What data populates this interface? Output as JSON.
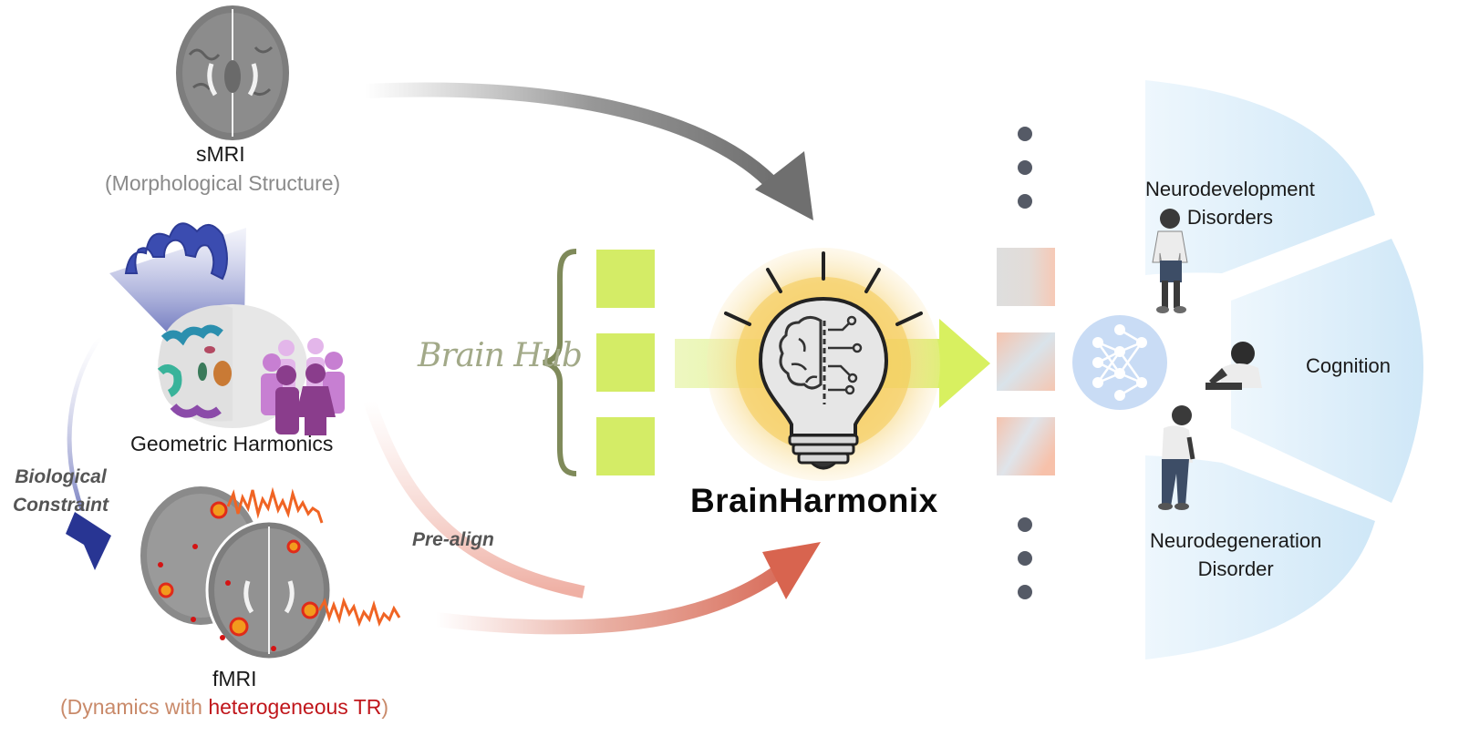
{
  "modalities": {
    "smri": {
      "title": "sMRI",
      "subtitle": "(Morphological Structure)"
    },
    "geometric": {
      "label": "Geometric Harmonics"
    },
    "constraint": {
      "line1": "Biological",
      "line2": "Constraint"
    },
    "fmri": {
      "title": "fMRI",
      "subtitle_open": "(Dynamics with ",
      "subtitle_highlight": "heterogeneous TR",
      "subtitle_close": ")"
    }
  },
  "hub": {
    "label": "Brain Hub",
    "prealign": "Pre-align"
  },
  "model": {
    "name": "BrainHarmonix"
  },
  "tasks": {
    "task1_line1": "Neurodevelopment",
    "task1_line2": "Disorders",
    "task2": "Cognition",
    "task3_line1": "Neurodegeneration",
    "task3_line2": "Disorder"
  },
  "colors": {
    "hub_token": "#d4ec66",
    "smri_arrow": "#7a7a7a",
    "fmri_arrow": "#d9705e",
    "bulb_glow": "#f3c95c",
    "task_fan": "#d6ebf8",
    "heterogeneous_tr": "#c0161b"
  },
  "icons": [
    "brain-axial-slice-icon",
    "cortical-surface-icon",
    "population-icon",
    "fmri-activation-icon",
    "lightbulb-brain-chip-icon",
    "neural-network-icon",
    "child-icon",
    "adult-icon",
    "elderly-icon"
  ]
}
